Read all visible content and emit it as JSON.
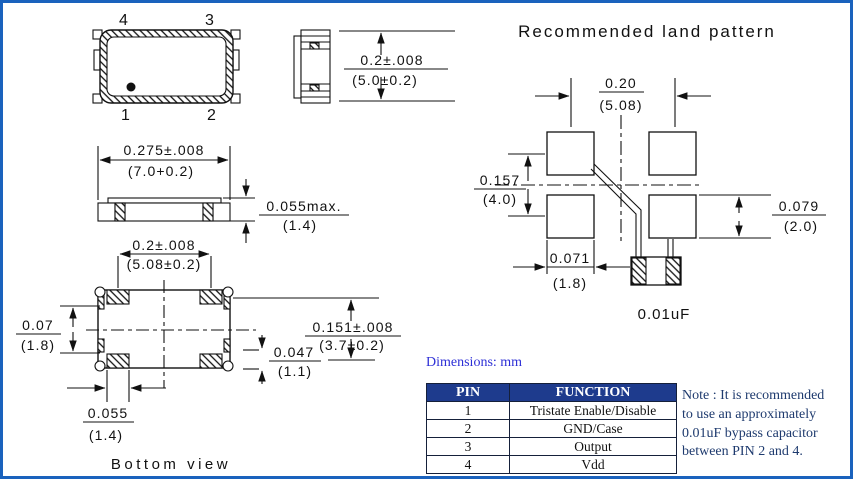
{
  "top_view": {
    "pin4": "4",
    "pin3": "3",
    "pin1": "1",
    "pin2": "2"
  },
  "dimensions": {
    "body_height": {
      "inch": "0.2±.008",
      "mm": "(5.0±0.2)"
    },
    "body_width": {
      "inch": "0.275±.008",
      "mm": "(7.0+0.2)"
    },
    "thickness": {
      "inch": "0.055max.",
      "mm": "(1.4)"
    },
    "pad_pitch": {
      "inch": "0.2±.008",
      "mm": "(5.08±0.2)"
    },
    "pad_height": {
      "inch": "0.07",
      "mm": "(1.8)"
    },
    "inner_width": {
      "inch": "0.151±.008",
      "mm": "(3.7±0.2)"
    },
    "pad_offset": {
      "inch": "0.047",
      "mm": "(1.1)"
    },
    "pad_width": {
      "inch": "0.055",
      "mm": "(1.4)"
    }
  },
  "labels": {
    "bottom_view": "Bottom view",
    "dimensions_unit": "Dimensions: mm"
  },
  "land_pattern": {
    "title": "Recommended land pattern",
    "pitch_x": {
      "inch": "0.20",
      "mm": "(5.08)"
    },
    "pitch_y": {
      "inch": "0.157",
      "mm": "(4.0)"
    },
    "pad_height": {
      "inch": "0.079",
      "mm": "(2.0)"
    },
    "pad_width": {
      "inch": "0.071",
      "mm": "(1.8)"
    },
    "capacitor_label": "0.01uF"
  },
  "pin_table": {
    "headers": [
      "PIN",
      "FUNCTION"
    ],
    "rows": [
      [
        "1",
        "Tristate Enable/Disable"
      ],
      [
        "2",
        "GND/Case"
      ],
      [
        "3",
        "Output"
      ],
      [
        "4",
        "Vdd"
      ]
    ]
  },
  "note": {
    "line1": "Note : It is recommended",
    "line2": "to use an approximately",
    "line3": "0.01uF bypass capacitor",
    "line4": "between PIN 2 and 4."
  },
  "colors": {
    "frame_border": "#1a62bd",
    "table_header_bg": "#1e3b8d",
    "table_header_text": "#ffffff",
    "unit_text": "#2d2fd6",
    "note_text": "#1e3a6e",
    "line_color": "#111111"
  }
}
